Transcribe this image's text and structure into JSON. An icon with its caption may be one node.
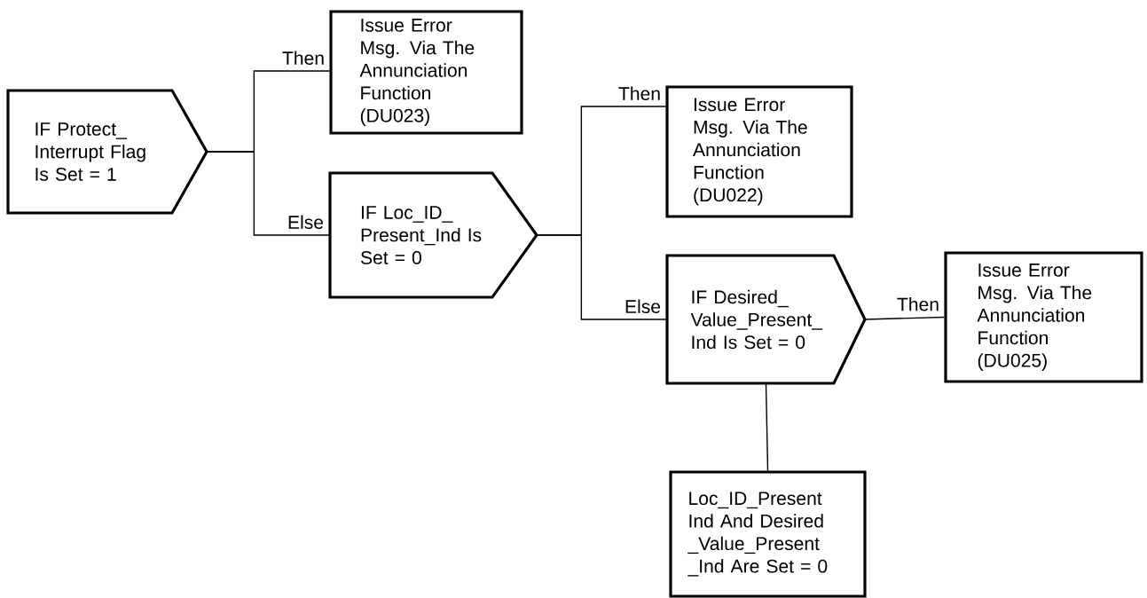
{
  "diagram": {
    "nodes": [
      {
        "text": [
          "IF Protect_ Interrupt Flag Is Set = 1"
        ]
      },
      {
        "text": [
          "Issue Error Msg. Via The Annunciation Function (DU023)"
        ]
      },
      {
        "text": [
          "IF Loc_ID_ Present_Ind Is Set = 0"
        ]
      },
      {
        "text": [
          "Issue Error Msg. Via The Annunciation Function (DU022)"
        ]
      },
      {
        "text": [
          "IF Desired_ Value_Present_ Ind Is Set = 0"
        ]
      },
      {
        "text": [
          "Issue Error Msg. Via The Annunciation Function (DU025)"
        ]
      },
      {
        "text": [
          "Loc_ID_Present Ind And Desired _Value_Present _Ind Are Set = 0"
        ]
      }
    ],
    "edges": [
      {
        "from": 0,
        "to": 1,
        "arrow": "none",
        "label": "Then"
      },
      {
        "from": 0,
        "to": 2,
        "arrow": "none",
        "label": "Else"
      },
      {
        "from": 2,
        "to": 3,
        "arrow": "none",
        "label": "Then"
      },
      {
        "from": 2,
        "to": 4,
        "arrow": "none",
        "label": "Else"
      },
      {
        "from": 4,
        "to": 5,
        "arrow": "none",
        "label": "Then"
      },
      {
        "from": 4,
        "to": 6,
        "arrow": "none"
      }
    ]
  }
}
